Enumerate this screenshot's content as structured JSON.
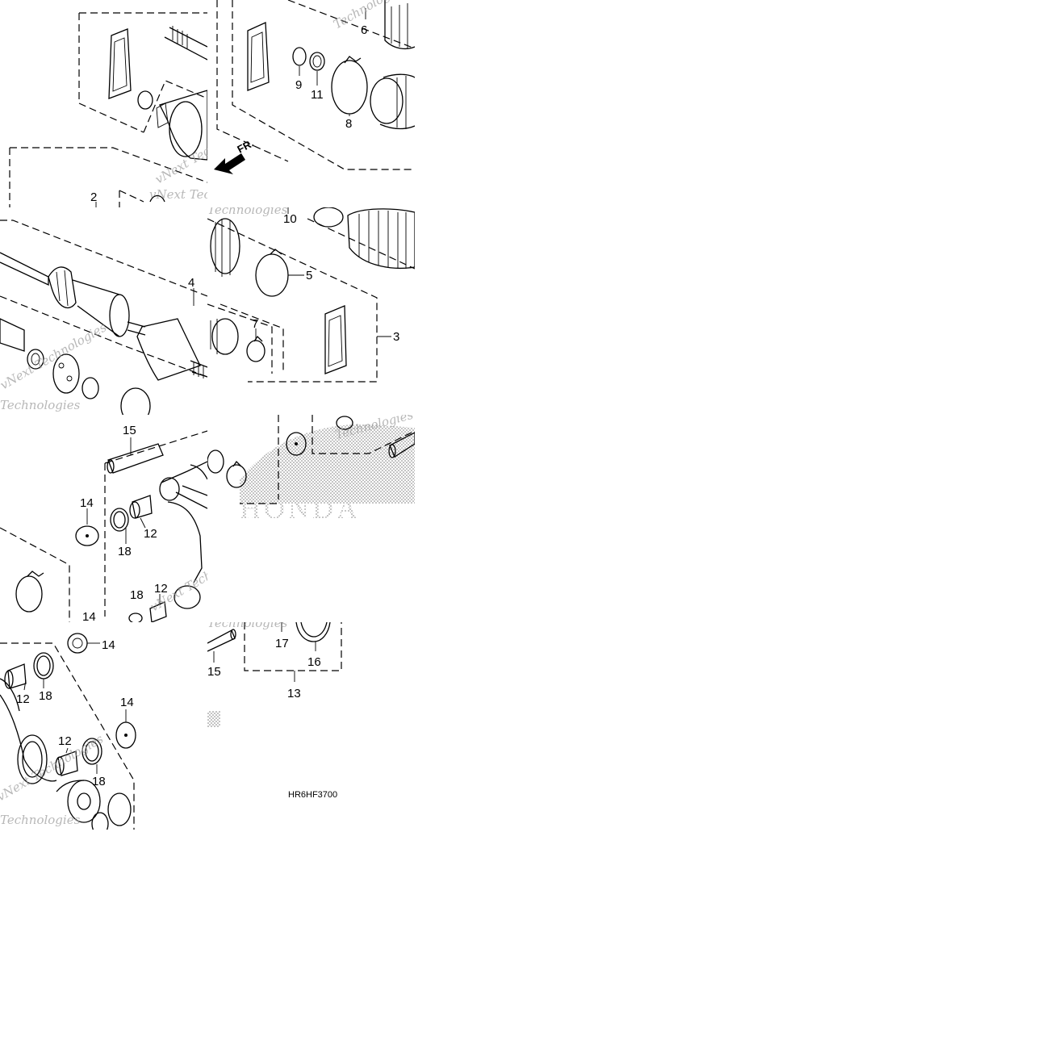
{
  "diagram": {
    "watermark_lines": [
      "vNext Technologies",
      "Technologies"
    ],
    "brand_mark": "HONDA",
    "direction_label": "FR.",
    "figure_code": "HR6HF3700",
    "callouts": {
      "c1": "2",
      "c2": "4",
      "c3": "6",
      "c4": "9",
      "c5": "11",
      "c6": "8",
      "c7": "10",
      "c8": "5",
      "c9": "7",
      "c10": "3",
      "c11": "15",
      "c12": "14",
      "c13": "12",
      "c14": "18",
      "c15": "18",
      "c16": "12",
      "c17": "14",
      "c18": "14",
      "c19": "12",
      "c20": "18",
      "c21": "14",
      "c22": "12",
      "c23": "18",
      "c24": "17",
      "c25": "16",
      "c26": "15",
      "c27": "13"
    }
  }
}
